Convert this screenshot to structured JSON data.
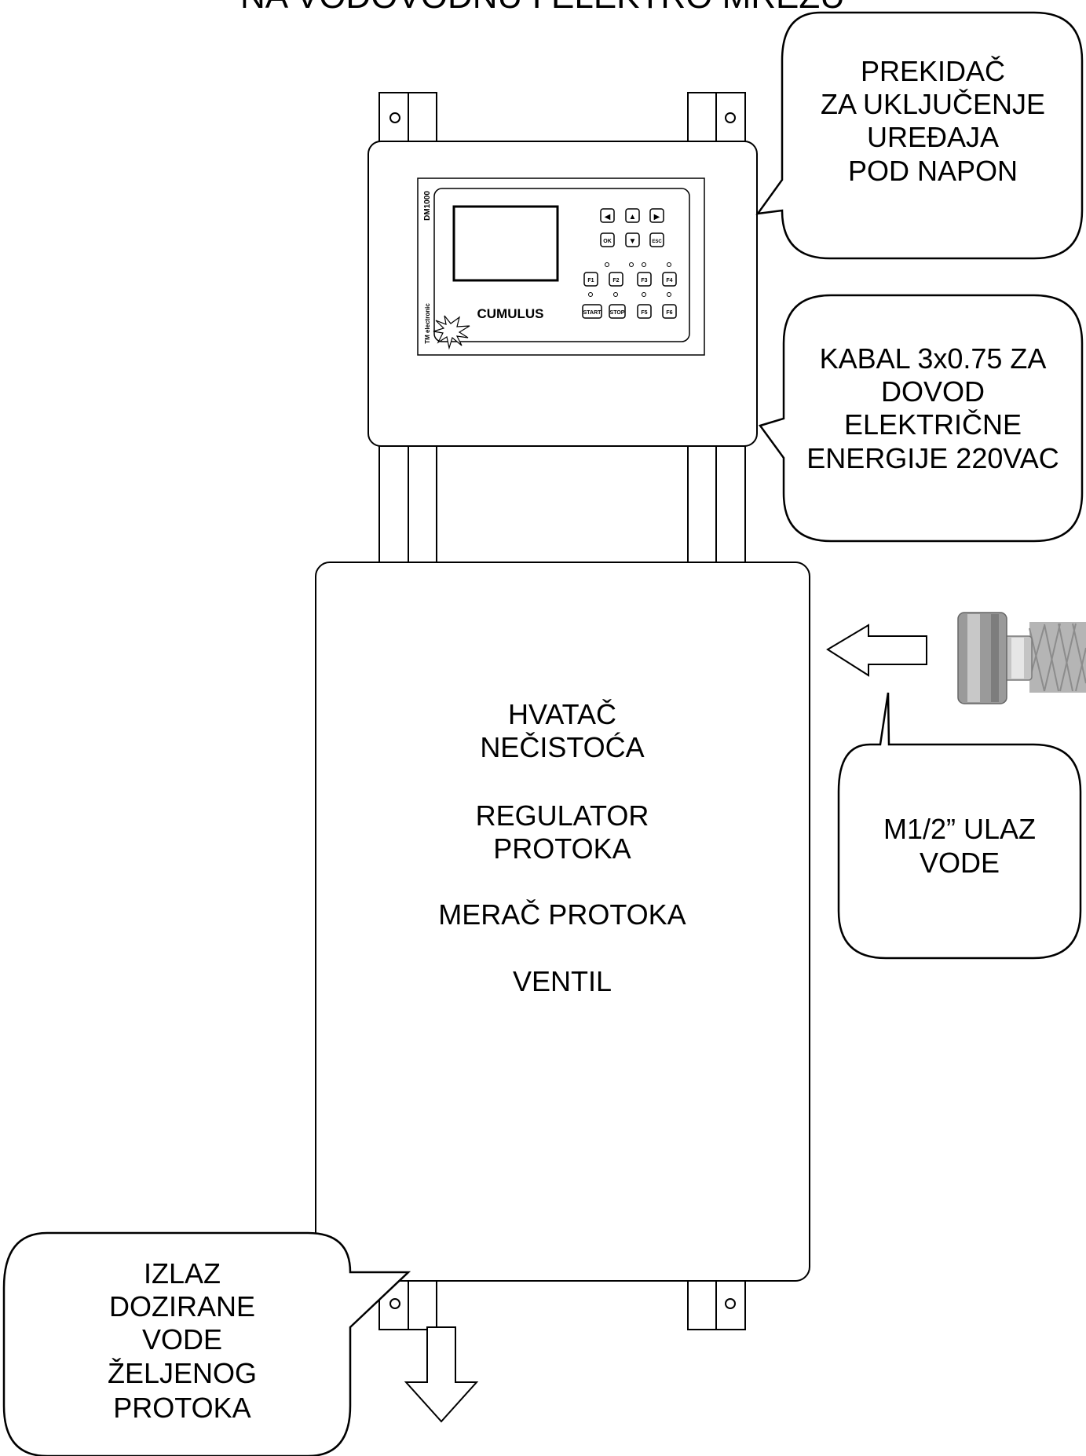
{
  "header": {
    "title": "NA VODOVODNU I ELEKTRO MREŽU"
  },
  "controller": {
    "model": "DM1000",
    "brand": "CUMULUS",
    "maker": "TM electronic",
    "keys": {
      "up": "▲",
      "down": "▼",
      "left": "◀",
      "right": "▶",
      "ok": "OK",
      "esc": "ESC",
      "f1": "F1",
      "f2": "F2",
      "f3": "F3",
      "f4": "F4",
      "f5": "F5",
      "f6": "F6",
      "start": "START",
      "stop": "STOP"
    }
  },
  "callouts": {
    "switch": [
      "PREKIDAČ",
      "ZA UKLJUČENJE",
      "UREĐAJA",
      "POD NAPON"
    ],
    "cable": [
      "KABAL 3x0.75 ZA",
      "DOVOD",
      "ELEKTRIČNE",
      "ENERGIJE 220VAC"
    ],
    "inlet": [
      "M1/2” ULAZ",
      "VODE"
    ],
    "outlet": [
      "IZLAZ",
      "DOZIRANE",
      "VODE",
      "ŽELJENOG",
      "PROTOKA"
    ]
  },
  "unit": {
    "lines": [
      "HVATAČ",
      "NEČISTOĆA",
      "REGULATOR",
      "PROTOKA",
      "MERAČ PROTOKA",
      "VENTIL"
    ]
  },
  "colors": {
    "stroke": "#000000",
    "background": "#ffffff",
    "hose_nut": "#9a9a9a",
    "hose_braid": "#b5b5b5"
  },
  "icons": [
    "left-arrow-icon",
    "down-arrow-icon",
    "hose-fitting-icon",
    "explosion-logo-icon"
  ]
}
